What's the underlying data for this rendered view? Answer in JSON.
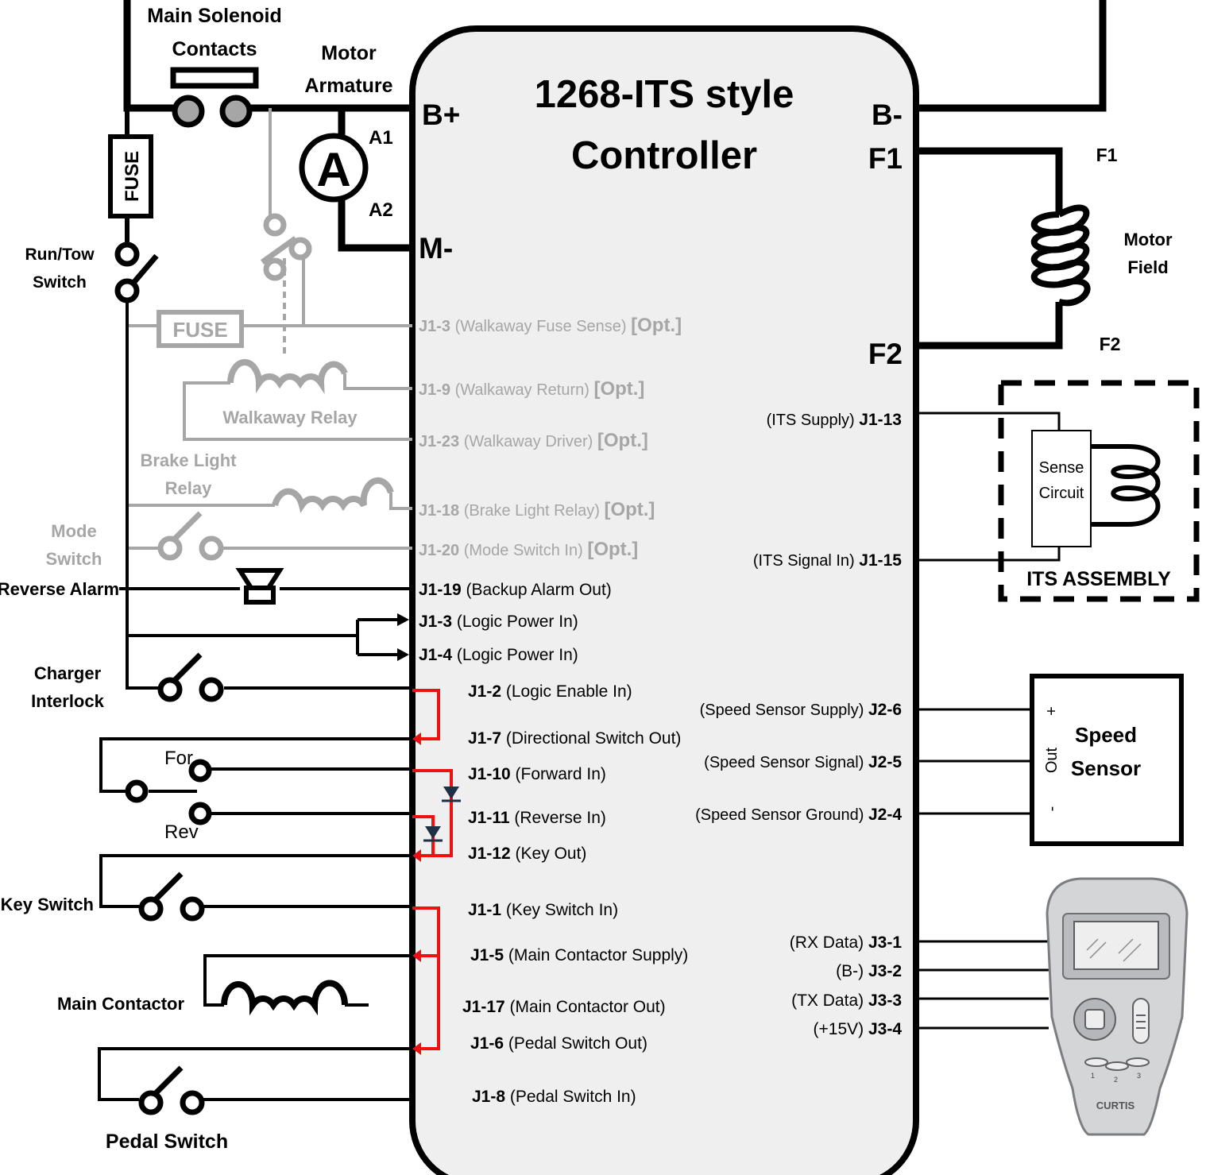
{
  "colors": {
    "wire": "#000000",
    "optional": "#a6a6a6",
    "jumper": "#ee1111",
    "controller_fill": "#efefef",
    "diode": "#1f2f45"
  },
  "controller": {
    "title_line1": "1268-ITS style",
    "title_line2": "Controller",
    "b_plus": "B+",
    "m_minus": "M-",
    "b_minus": "B-",
    "f1": "F1",
    "f2": "F2"
  },
  "left_components": {
    "main_solenoid_line1": "Main Solenoid",
    "main_solenoid_line2": "Contacts",
    "motor_armature_line1": "Motor",
    "motor_armature_line2": "Armature",
    "ammeter_symbol": "A",
    "a1": "A1",
    "a2": "A2",
    "fuse": "FUSE",
    "run_tow_line1": "Run/Tow",
    "run_tow_line2": "Switch",
    "walkaway_fuse": "FUSE",
    "walkaway_relay": "Walkaway Relay",
    "brake_light_line1": "Brake Light",
    "brake_light_line2": "Relay",
    "mode_line1": "Mode",
    "mode_line2": "Switch",
    "reverse_alarm": "Reverse Alarm",
    "charger_line1": "Charger",
    "charger_line2": "Interlock",
    "for": "For",
    "rev": "Rev",
    "key_switch": "Key Switch",
    "main_contactor": "Main Contactor",
    "pedal_switch": "Pedal Switch"
  },
  "pins_left": [
    {
      "pin": "J1-3",
      "desc": " (Walkaway Fuse Sense) ",
      "opt": "[Opt.]"
    },
    {
      "pin": "J1-9",
      "desc": " (Walkaway Return) ",
      "opt": "[Opt.]"
    },
    {
      "pin": "J1-23",
      "desc": " (Walkaway Driver) ",
      "opt": "[Opt.]"
    },
    {
      "pin": "J1-18",
      "desc": " (Brake Light Relay) ",
      "opt": "[Opt.]"
    },
    {
      "pin": "J1-20",
      "desc": " (Mode Switch In) ",
      "opt": "[Opt.]"
    },
    {
      "pin": "J1-19",
      "desc": " (Backup Alarm Out)"
    },
    {
      "pin": "J1-3",
      "desc": " (Logic Power In)"
    },
    {
      "pin": "J1-4",
      "desc": " (Logic Power In)"
    },
    {
      "pin": "J1-2",
      "desc": " (Logic Enable In)"
    },
    {
      "pin": "J1-7",
      "desc": " (Directional Switch Out)"
    },
    {
      "pin": "J1-10",
      "desc": " (Forward In)"
    },
    {
      "pin": "J1-11",
      "desc": " (Reverse In)"
    },
    {
      "pin": "J1-12",
      "desc": " (Key Out)"
    },
    {
      "pin": "J1-1",
      "desc": " (Key Switch In)"
    },
    {
      "pin": "J1-5",
      "desc": " (Main Contactor Supply)"
    },
    {
      "pin": "J1-17",
      "desc": " (Main Contactor Out)"
    },
    {
      "pin": "J1-6",
      "desc": " (Pedal Switch Out)"
    },
    {
      "pin": "J1-8",
      "desc": " (Pedal Switch In)"
    }
  ],
  "pins_right": [
    {
      "desc": "(ITS Supply) ",
      "pin": "J1-13"
    },
    {
      "desc": "(ITS Signal In) ",
      "pin": "J1-15"
    },
    {
      "desc": "(Speed Sensor Supply) ",
      "pin": "J2-6"
    },
    {
      "desc": "(Speed Sensor Signal) ",
      "pin": "J2-5"
    },
    {
      "desc": "(Speed Sensor Ground) ",
      "pin": "J2-4"
    },
    {
      "desc": "(RX Data) ",
      "pin": "J3-1"
    },
    {
      "desc": "(B-) ",
      "pin": "J3-2"
    },
    {
      "desc": "(TX Data) ",
      "pin": "J3-3"
    },
    {
      "desc": "(+15V) ",
      "pin": "J3-4"
    }
  ],
  "right_components": {
    "f1": "F1",
    "f2": "F2",
    "motor_field_line1": "Motor",
    "motor_field_line2": "Field",
    "sense_line1": "Sense",
    "sense_line2": "Circuit",
    "its_assembly": "ITS ASSEMBLY",
    "speed_line1": "Speed",
    "speed_line2": "Sensor",
    "plus": "+",
    "out": "Out",
    "minus": "-",
    "programmer_brand": "CURTIS",
    "key1": "1",
    "key2": "2",
    "key3": "3"
  }
}
